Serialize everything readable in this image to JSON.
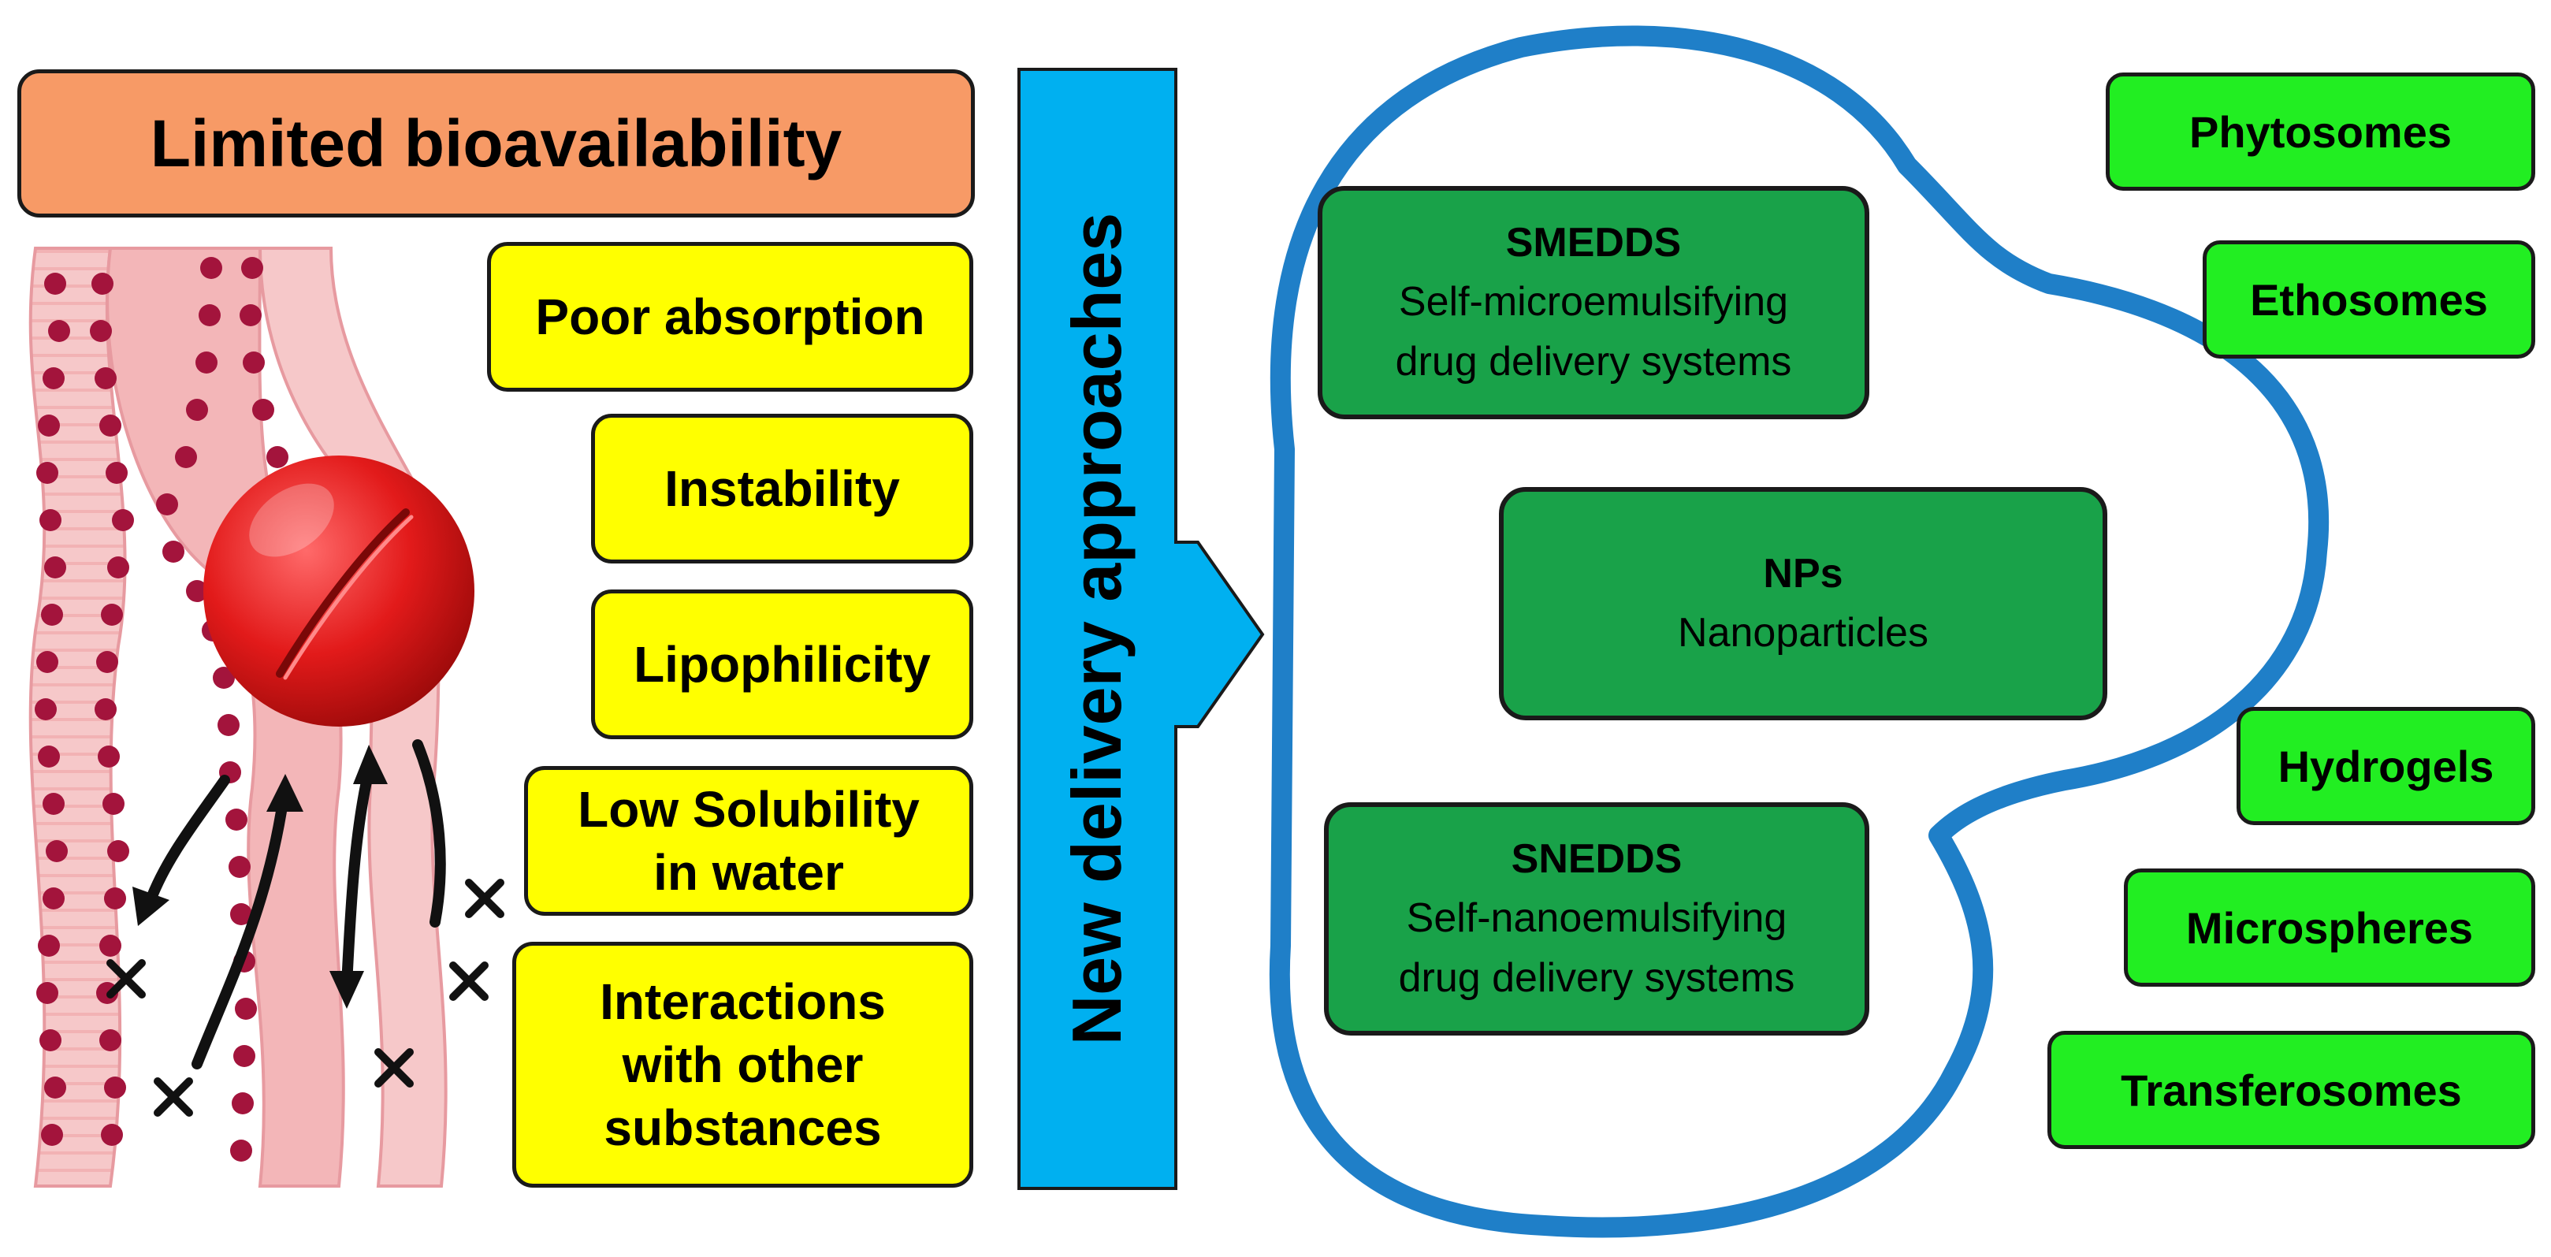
{
  "title": "Limited bioavailability",
  "barriers": [
    {
      "label": "Poor absorption"
    },
    {
      "label": "Instability"
    },
    {
      "label": "Lipophilicity"
    },
    {
      "label": "Low Solubility in water"
    },
    {
      "label": "Interactions with other substances"
    }
  ],
  "arrow_label": "New delivery approaches",
  "systems": [
    {
      "abbr": "SMEDDS",
      "full": "Self-microemulsifying drug delivery systems"
    },
    {
      "abbr": "NPs",
      "full": "Nanoparticles"
    },
    {
      "abbr": "SNEDDS",
      "full": "Self-nanoemulsifying drug delivery systems"
    }
  ],
  "other_systems": [
    {
      "label": "Phytosomes"
    },
    {
      "label": "Ethosomes"
    },
    {
      "label": "Hydrogels"
    },
    {
      "label": "Microspheres"
    },
    {
      "label": "Transferosomes"
    }
  ],
  "colors": {
    "title_box": "#f79a66",
    "barrier_box": "#ffff00",
    "arrow": "#00b0f0",
    "cloud_outline": "#1f7fc8",
    "system_box": "#19a249",
    "other_box": "#22ee22"
  }
}
